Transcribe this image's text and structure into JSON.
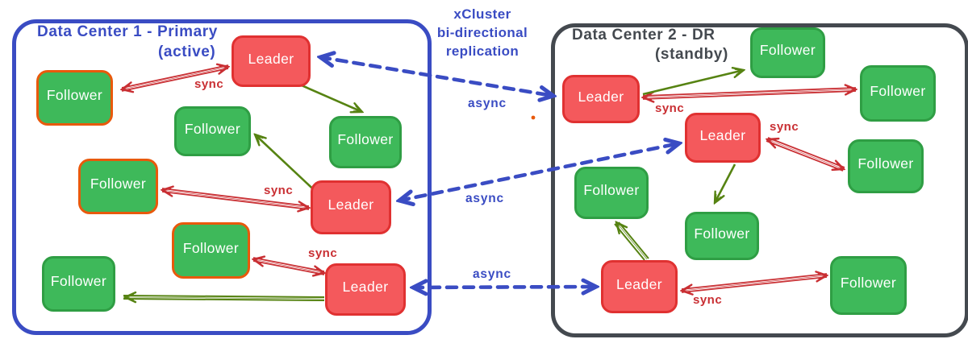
{
  "colors": {
    "dc1_border": "#3a4cc3",
    "dc2_border": "#44494f",
    "leader_fill": "#f4595c",
    "leader_stroke": "#e03131",
    "follower_fill": "#3eb95a",
    "follower_stroke_green": "#2f9e44",
    "follower_stroke_orange": "#e8590c",
    "sync_arrow": "#c92f33",
    "async_arrow": "#3a4cc3",
    "green_arrow": "#568312"
  },
  "center_caption": {
    "line1": "xCluster",
    "line2": "bi-directional",
    "line3": "replication"
  },
  "labels": {
    "sync": "sync",
    "async": "async"
  },
  "dc1": {
    "title": "Data Center 1 - Primary",
    "subtitle": "(active)",
    "nodes": [
      {
        "role": "leader",
        "label": "Leader"
      },
      {
        "role": "follower",
        "label": "Follower"
      },
      {
        "role": "follower",
        "label": "Follower"
      },
      {
        "role": "follower",
        "label": "Follower"
      },
      {
        "role": "follower",
        "label": "Follower"
      },
      {
        "role": "leader",
        "label": "Leader"
      },
      {
        "role": "follower",
        "label": "Follower"
      },
      {
        "role": "follower",
        "label": "Follower"
      },
      {
        "role": "leader",
        "label": "Leader"
      }
    ]
  },
  "dc2": {
    "title": "Data Center 2 - DR",
    "subtitle": "(standby)",
    "nodes": [
      {
        "role": "leader",
        "label": "Leader"
      },
      {
        "role": "follower",
        "label": "Follower"
      },
      {
        "role": "follower",
        "label": "Follower"
      },
      {
        "role": "leader",
        "label": "Leader"
      },
      {
        "role": "follower",
        "label": "Follower"
      },
      {
        "role": "follower",
        "label": "Follower"
      },
      {
        "role": "follower",
        "label": "Follower"
      },
      {
        "role": "leader",
        "label": "Leader"
      },
      {
        "role": "follower",
        "label": "Follower"
      }
    ]
  }
}
